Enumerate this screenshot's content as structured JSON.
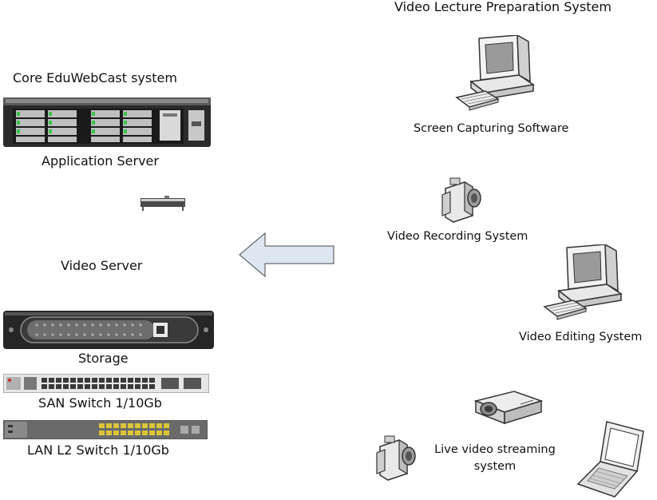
{
  "left": {
    "core_title": "Core EduWebCast system",
    "app_server_label": "Application Server",
    "video_server_label": "Video Server",
    "storage_label": "Storage",
    "san_switch_label": "SAN Switch 1/10Gb",
    "lan_switch_label": "LAN L2 Switch 1/10Gb"
  },
  "right": {
    "title": "Video Lecture Preparation System",
    "screen_capture_label": "Screen Capturing Software",
    "video_recording_label": "Video Recording System",
    "video_editing_label": "Video Editing System",
    "live_streaming_label_line1": "Live video streaming",
    "live_streaming_label_line2": "system"
  },
  "flow": {
    "arrow_direction": "left"
  }
}
